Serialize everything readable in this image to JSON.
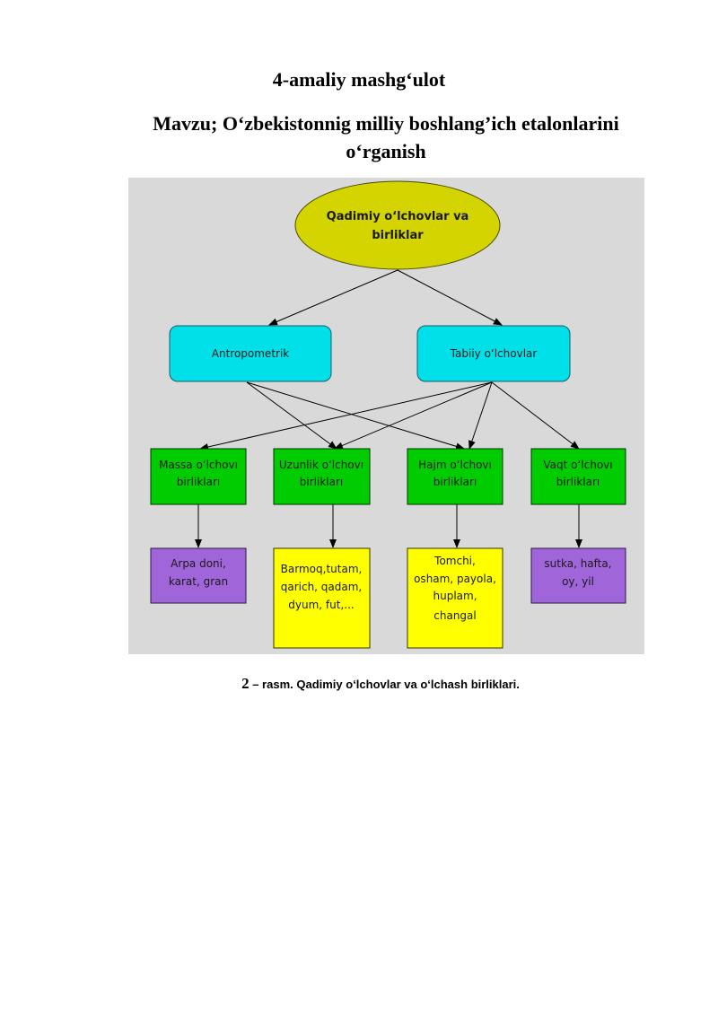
{
  "document": {
    "title": "4-amaliy mashg‘ulot",
    "subtitle_line1": "Mavzu; O‘zbekistonnig milliy boshlang’ich etalonlarini",
    "subtitle_line2": "o‘rganish"
  },
  "diagram": {
    "root": [
      "Qadimiy o‘lchovlar va",
      "birliklar"
    ],
    "categories": {
      "left": "Antropometrik",
      "right": "Tabiiy o‘lchovlar"
    },
    "units": [
      [
        "Massa o‘lchovı",
        "birlikları"
      ],
      [
        "Uzunlik o‘lchovı",
        "birlikları"
      ],
      [
        "Hajm o‘lchovı",
        "birlikları"
      ],
      [
        "Vaqt o‘lchovı",
        "birlikları"
      ]
    ],
    "examples": [
      [
        "Arpa doni,",
        "karat, gran"
      ],
      [
        "Barmoq,tutam,",
        "qarich, qadam,",
        "dyum, fut,..."
      ],
      [
        "Tomchi,",
        "osham, payola,",
        "huplam,",
        "changal"
      ],
      [
        "sutka, hafta,",
        "oy, yil"
      ]
    ],
    "colors": {
      "background": "#d9d9d9",
      "root": "#d4d400",
      "category": "#00e0e8",
      "unit": "#00cc00",
      "example_purple": "#a066d9",
      "example_yellow": "#ffff00"
    }
  },
  "caption": {
    "number": "2",
    "text": " – rasm. Qadimiy o‘lchovlar va o‘lchash birliklari."
  }
}
